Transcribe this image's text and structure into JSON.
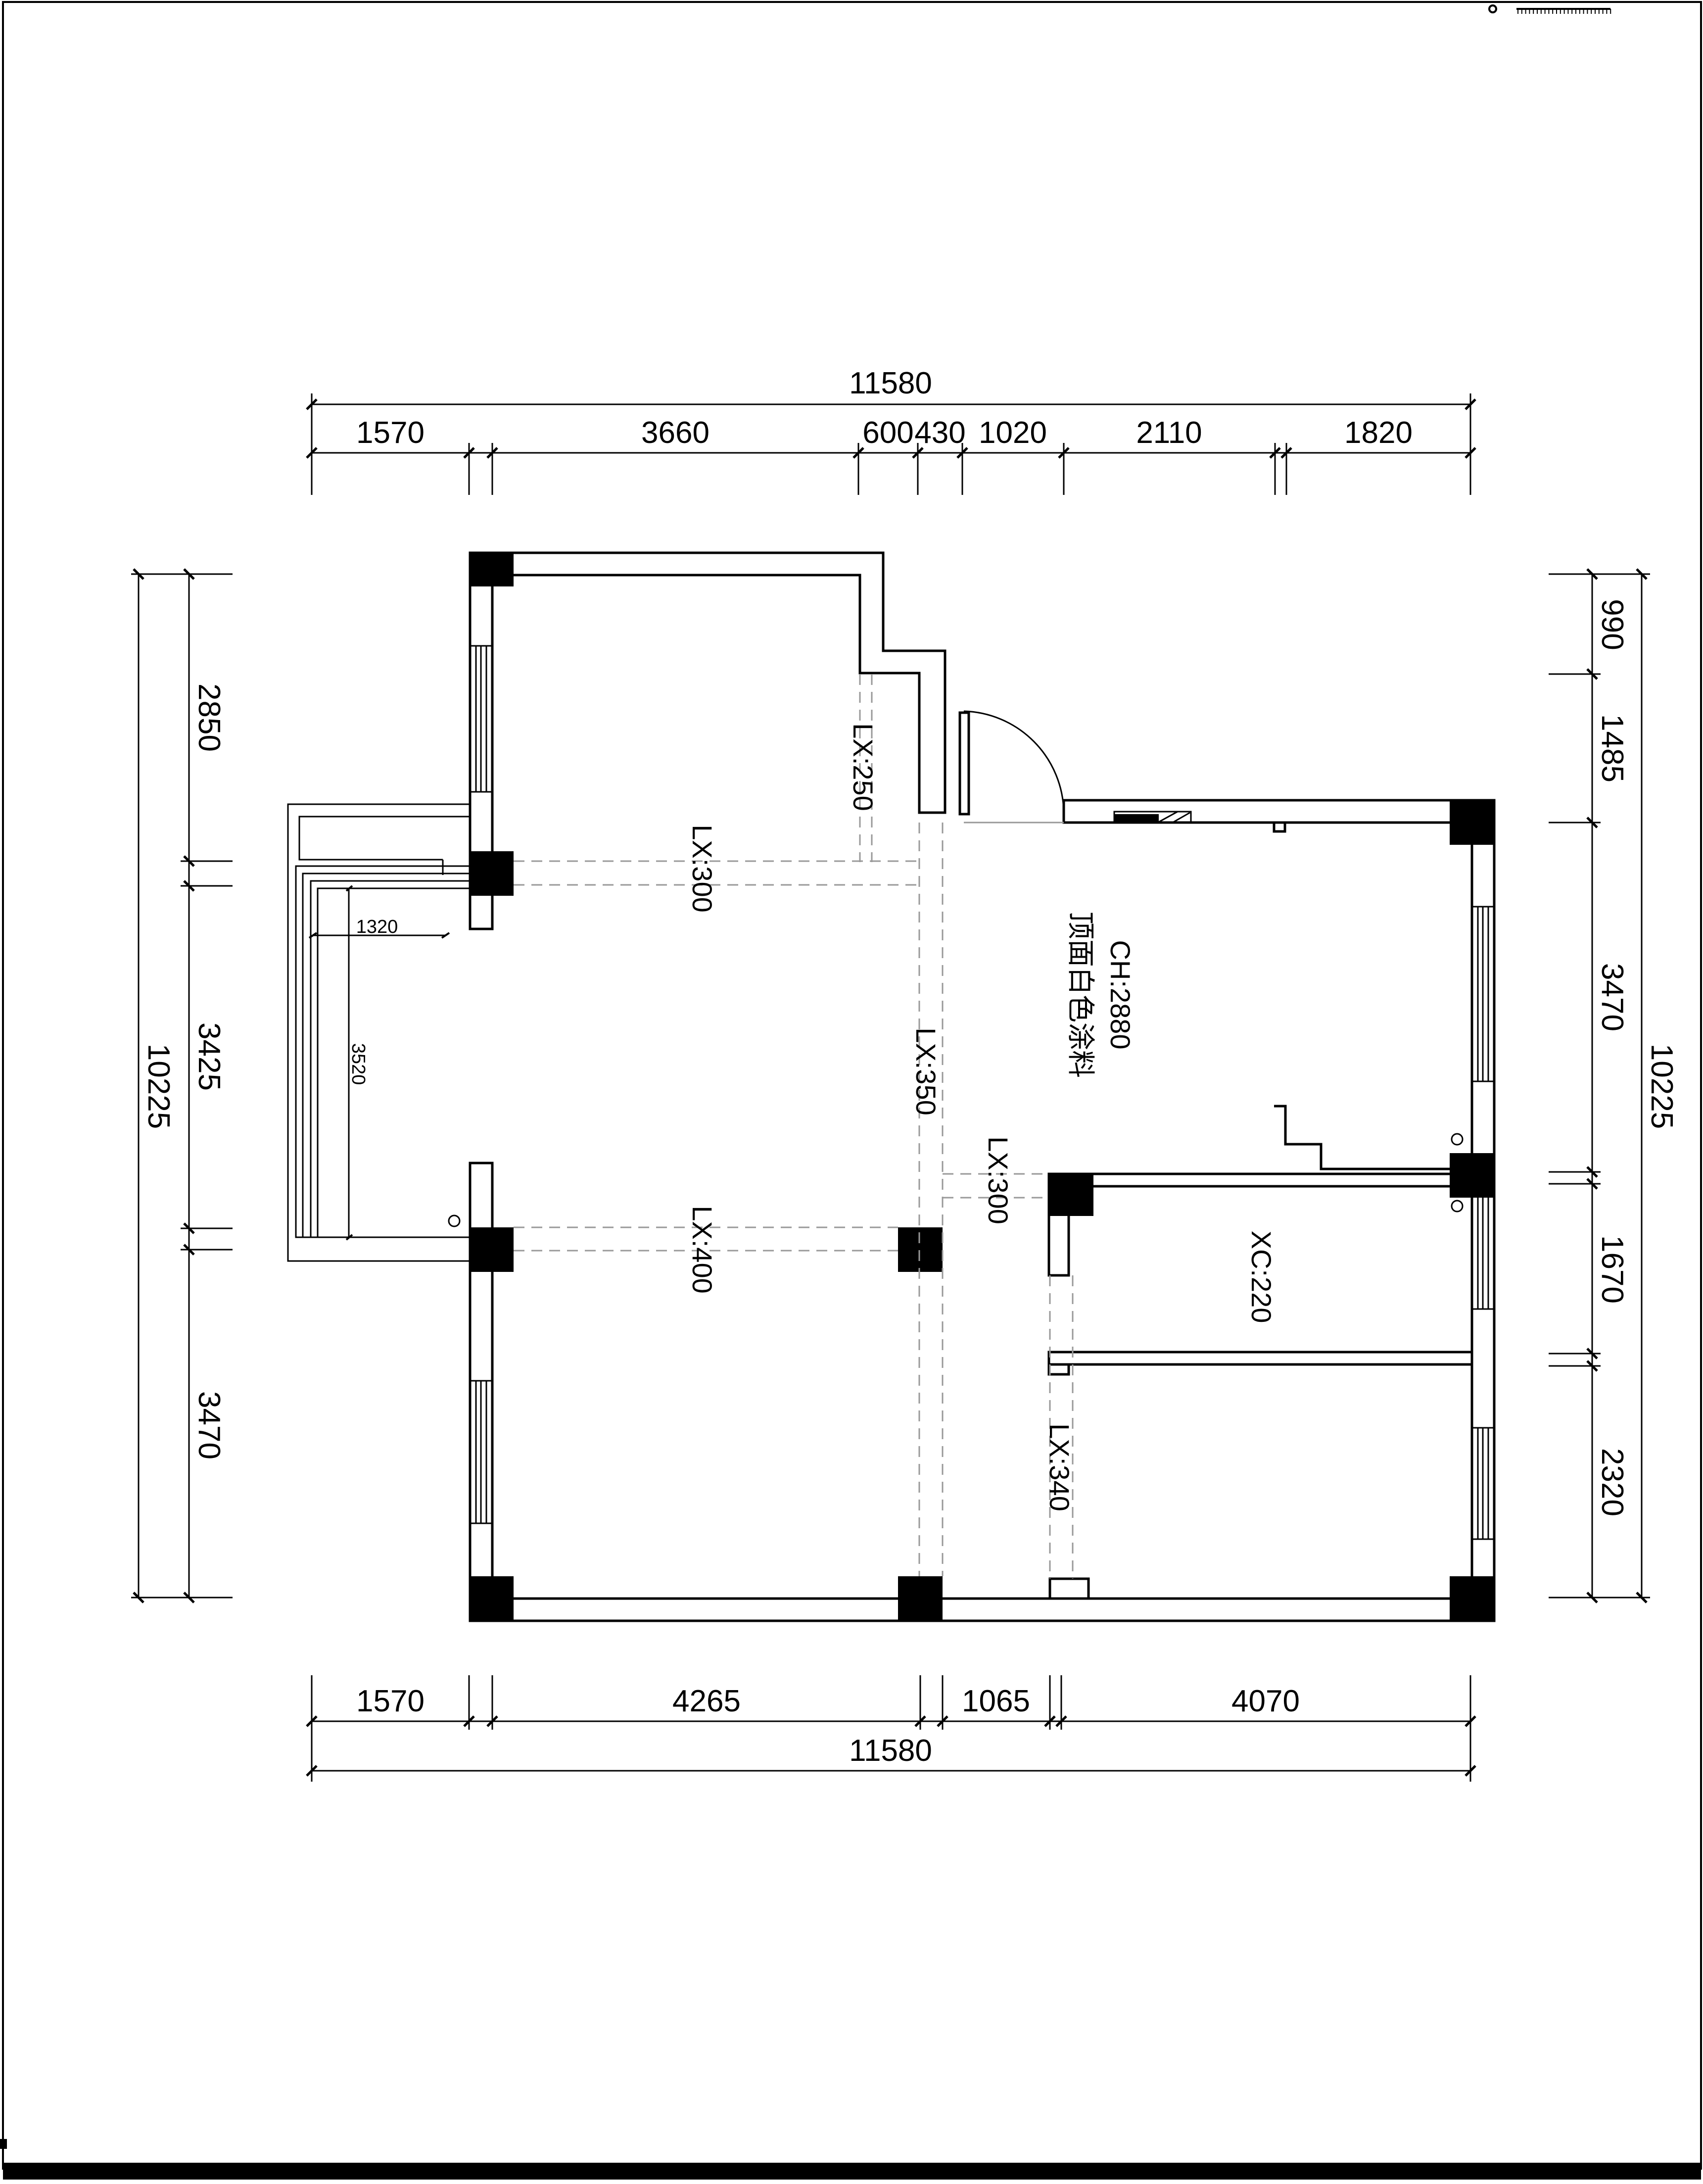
{
  "plan": {
    "top_total": "11580",
    "top_segments": [
      "1570",
      "3660",
      "600",
      "430",
      "1020",
      "2110",
      "1820"
    ],
    "bottom_segments": [
      "1570",
      "4265",
      "1065",
      "4070"
    ],
    "bottom_total": "11580",
    "left_total": "10225",
    "left_segments": [
      "2850",
      "3425",
      "3470"
    ],
    "right_total": "10225",
    "right_segments": [
      "990",
      "1485",
      "3470",
      "1670",
      "2320"
    ],
    "balcony_width": "1320",
    "balcony_depth": "3520",
    "beams": {
      "b250": "LX:250",
      "b300_main": "LX:300",
      "b350": "LX:350",
      "b400": "LX:400",
      "b300_side": "LX:300",
      "b340": "LX:340"
    },
    "ceiling_height": "CH:2880",
    "ceiling_note": "顶面白色涂料",
    "xc_label": "XC:220"
  }
}
